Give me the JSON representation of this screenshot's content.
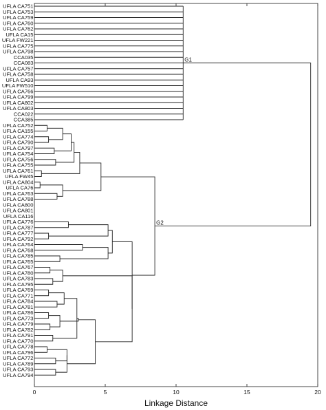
{
  "chart_data": {
    "type": "dendrogram",
    "xlabel": "Linkage Distance",
    "xlim": [
      0,
      20
    ],
    "xticks": [
      0,
      5,
      10,
      15,
      20
    ],
    "leaves": [
      "UFLA CA751",
      "UFLA CA753",
      "UFLA CA759",
      "UFLA CA760",
      "UFLA CA762",
      "UFLA CA15",
      "UFLA FW221",
      "UFLA CA775",
      "UFLA CA798",
      "CCA035",
      "CCA083",
      "UFLA CA757",
      "UFLA CA758",
      "UFLA CA93",
      "UFLA FW510",
      "UFLA CA766",
      "UFLA CA799",
      "UFLA CA802",
      "UFLA CA803",
      "CCA022",
      "CCA385",
      "UFLA CA752",
      "UFLA CA155",
      "UFLA CA774",
      "UFLA CA790",
      "UFLA CA797",
      "UFLA CA754",
      "UFLA CA756",
      "UFLA CA755",
      "UFLA CA761",
      "UFLA FW45",
      "UFLA CA804",
      "UFLA CA76",
      "UFLA CA763",
      "UFLA CA788",
      "UFLA CA800",
      "UFLA CA801",
      "UFLA CA116",
      "UFLA CA776",
      "UFLA CA787",
      "UFLA CA777",
      "UFLA CA792",
      "UFLA CA764",
      "UFLA CA768",
      "UFLA CA785",
      "UFLA CA765",
      "UFLA CA767",
      "UFLA CA780",
      "UFLA CA783",
      "UFLA CA795",
      "UFLA CA769",
      "UFLA CA771",
      "UFLA CA784",
      "UFLA CA781",
      "UFLA CA786",
      "UFLA CA773",
      "UFLA CA779",
      "UFLA CA782",
      "UFLA CA791",
      "UFLA CA770",
      "UFLA CA778",
      "UFLA CA796",
      "UFLA CA772",
      "UFLA CA789",
      "UFLA CA793",
      "UFLA CA794"
    ],
    "clusters": [
      {
        "id": "G1",
        "label": "G1",
        "leaf_range": [
          0,
          20
        ],
        "height": 10.5
      },
      {
        "id": "G2",
        "label": "G2",
        "leaf_range": [
          21,
          65
        ],
        "height": 8.5
      }
    ],
    "root_height": 19.5,
    "merges": [
      {
        "a": 21,
        "b": 22,
        "h": 0.9
      },
      {
        "a": 23,
        "b": 24,
        "h": 1.0
      },
      {
        "a": "m0",
        "b": "m1",
        "h": 2.0
      },
      {
        "a": 25,
        "b": 26,
        "h": 1.4
      },
      {
        "a": "m2",
        "b": "m3",
        "h": 2.6
      },
      {
        "a": 27,
        "b": 28,
        "h": 1.5
      },
      {
        "a": "m4",
        "b": "m5",
        "h": 2.8
      },
      {
        "a": 29,
        "b": 30,
        "h": 0.5
      },
      {
        "a": "m6",
        "b": "m7",
        "h": 3.2
      },
      {
        "a": 31,
        "b": 32,
        "h": 0.4
      },
      {
        "a": 33,
        "b": 34,
        "h": 1.6
      },
      {
        "a": "m9",
        "b": "m10",
        "h": 2.0
      },
      {
        "a": "m8",
        "b": "m11",
        "h": 4.7
      },
      {
        "a": 38,
        "b": 39,
        "h": 2.4
      },
      {
        "a": 40,
        "b": 41,
        "h": 1.0
      },
      {
        "a": "m13",
        "b": "m14",
        "h": 5.2
      },
      {
        "a": 42,
        "b": 43,
        "h": 3.4
      },
      {
        "a": 44,
        "b": 45,
        "h": 1.8
      },
      {
        "a": "m16",
        "b": "m17",
        "h": 5.2
      },
      {
        "a": "m15",
        "b": "m18",
        "h": 5.5
      },
      {
        "a": 46,
        "b": 47,
        "h": 1.1
      },
      {
        "a": 48,
        "b": 49,
        "h": 1.3
      },
      {
        "a": "m20",
        "b": "m21",
        "h": 2.0
      },
      {
        "a": 50,
        "b": 51,
        "h": 1.0
      },
      {
        "a": 52,
        "b": 53,
        "h": 1.6
      },
      {
        "a": "m23",
        "b": "m24",
        "h": 2.1
      },
      {
        "a": 54,
        "b": 55,
        "h": 1.0
      },
      {
        "a": 56,
        "b": 57,
        "h": 1.1
      },
      {
        "a": 58,
        "b": 59,
        "h": 1.3
      },
      {
        "a": "m26",
        "b": "m27",
        "h": 1.8
      },
      {
        "a": "m25",
        "b": "m28",
        "h": 3.0
      },
      {
        "a": "m29",
        "b": "m30",
        "h": 3.1
      },
      {
        "a": 60,
        "b": 61,
        "h": 0.9
      },
      {
        "a": 62,
        "b": 63,
        "h": 1.5
      },
      {
        "a": "m32",
        "b": "m33",
        "h": 2.3
      },
      {
        "a": 64,
        "b": 65,
        "h": 1.5
      },
      {
        "a": "m34",
        "b": "m35",
        "h": 2.3
      },
      {
        "a": "m31",
        "b": "m36",
        "h": 4.3
      },
      {
        "a": "m37",
        "b": "m22",
        "h": 6.9
      },
      {
        "a": "m19",
        "b": "m38",
        "h": 6.9
      },
      {
        "a": "m12",
        "b": "m39",
        "h": 8.5
      }
    ]
  }
}
